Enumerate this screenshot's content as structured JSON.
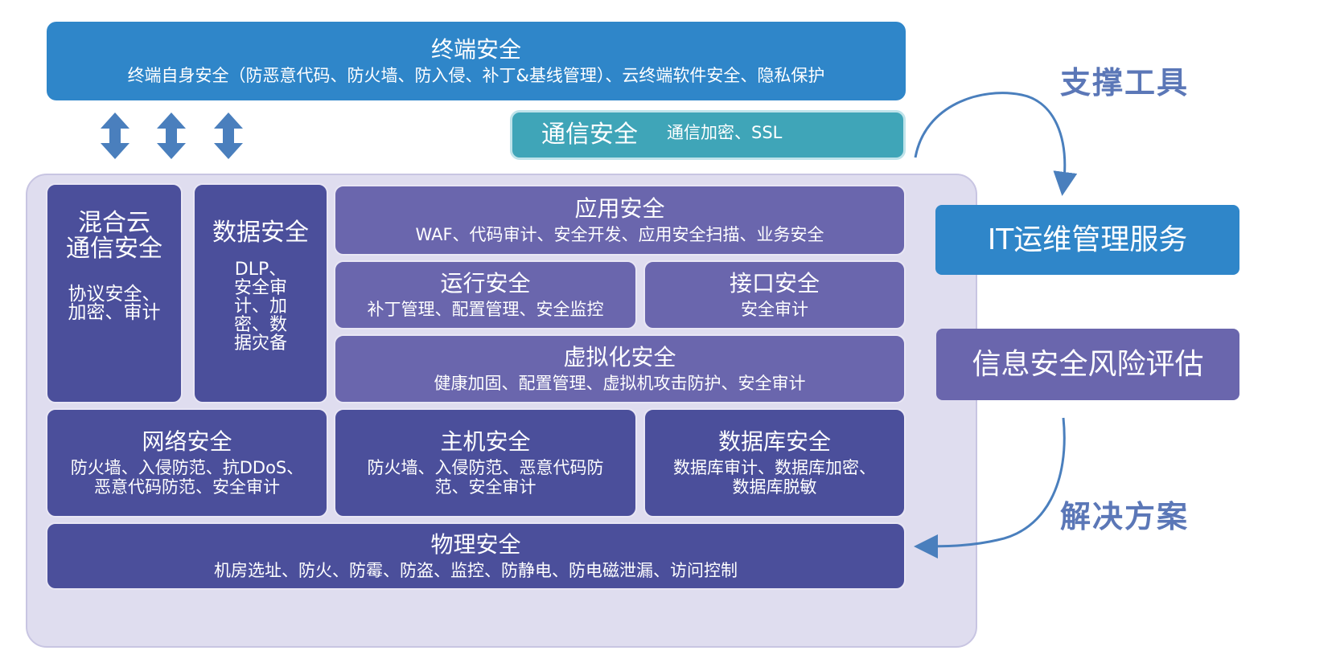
{
  "terminal": {
    "title": "终端安全",
    "desc": "终端自身安全（防恶意代码、防火墙、防入侵、补丁&基线管理）、云终端软件安全、隐私保护"
  },
  "comm": {
    "title": "通信安全",
    "desc": "通信加密、SSL"
  },
  "hybrid": {
    "title_line1": "混合云",
    "title_line2": "通信安全",
    "desc_line1": "协议安全、",
    "desc_line2": "加密、审计"
  },
  "data_sec": {
    "title": "数据安全",
    "desc_lines": [
      "DLP、",
      "安全审",
      "计、加",
      "密、数",
      "据灾备"
    ]
  },
  "app": {
    "title": "应用安全",
    "desc": "WAF、代码审计、安全开发、应用安全扫描、业务安全"
  },
  "ops": {
    "title": "运行安全",
    "desc": "补丁管理、配置管理、安全监控"
  },
  "interface": {
    "title": "接口安全",
    "desc": "安全审计"
  },
  "virt": {
    "title": "虚拟化安全",
    "desc": "健康加固、配置管理、虚拟机攻击防护、安全审计"
  },
  "network": {
    "title": "网络安全",
    "desc_line1": "防火墙、入侵防范、抗DDoS、",
    "desc_line2": "恶意代码防范、安全审计"
  },
  "host": {
    "title": "主机安全",
    "desc_line1": "防火墙、入侵防范、恶意代码防",
    "desc_line2": "范、安全审计"
  },
  "database": {
    "title": "数据库安全",
    "desc_line1": "数据库审计、数据库加密、",
    "desc_line2": "数据库脱敏"
  },
  "physical": {
    "title": "物理安全",
    "desc": "机房选址、防火、防霉、防盗、监控、防静电、防电磁泄漏、访问控制"
  },
  "right": {
    "tools_label": "支撑工具",
    "it_service": "IT运维管理服务",
    "risk_assessment": "信息安全风险评估",
    "solution_label": "解决方案"
  },
  "colors": {
    "blue": "#2f86c9",
    "teal": "#3fa5b8",
    "purple": "#6a66ad",
    "navy": "#4b4f9b",
    "panel": "#dfddef",
    "arrow": "#4a7fbd"
  }
}
